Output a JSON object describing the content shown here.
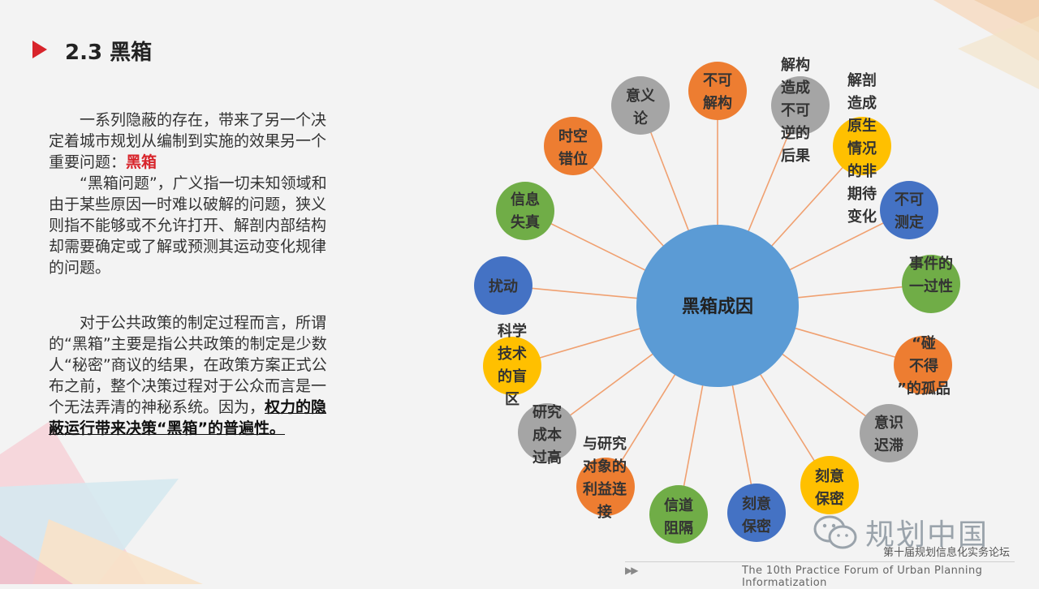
{
  "slide": {
    "title": "2.3 黑箱",
    "paragraph1_a": "一系列隐蔽的存在，带来了另一个决定着城市规划从编制到实施的效果另一个重要问题：",
    "paragraph1_highlight": "黑箱",
    "paragraph2": "“黑箱问题”，广义指一切未知领域和由于某些原因一时难以破解的问题，狭义则指不能够或不允许打开、解剖内部结构却需要确定或了解或预测其运动变化规律的问题。",
    "paragraph3_a": "对于公共政策的制定过程而言，所谓的“黑箱”主要是指公共政策的制定是少数人“秘密”商议的结果，在政策方案正式公布之前，整个决策过程对于公众而言是一个无法弄清的神秘系统。因为，",
    "paragraph3_emphasis": "权力的隐蔽运行带来决策“黑箱”的普遍性。"
  },
  "diagram": {
    "center": {
      "label": "黑箱成因",
      "color": "#5b9bd5"
    },
    "nodes": [
      {
        "label": "不可解构",
        "color": "#ed7d31"
      },
      {
        "label": "解构造成不可逆的后果",
        "color": "#a5a5a5"
      },
      {
        "label": "解剖造成原生情况的非期待变化",
        "color": "#ffc000"
      },
      {
        "label": "不可测定",
        "color": "#4472c4"
      },
      {
        "label": "事件的一过性",
        "color": "#70ad47"
      },
      {
        "label": "“碰不得”的孤品",
        "color": "#ed7d31"
      },
      {
        "label": "意识迟滞",
        "color": "#a5a5a5"
      },
      {
        "label": "刻意保密",
        "color": "#ffc000"
      },
      {
        "label": "刻意保密",
        "color": "#4472c4"
      },
      {
        "label": "信道阻隔",
        "color": "#70ad47"
      },
      {
        "label": "与研究对象的利益连接",
        "color": "#ed7d31"
      },
      {
        "label": "研究成本过高",
        "color": "#a5a5a5"
      },
      {
        "label": "科学技术的盲区",
        "color": "#ffc000"
      },
      {
        "label": "扰动",
        "color": "#4472c4"
      },
      {
        "label": "信息失真",
        "color": "#70ad47"
      },
      {
        "label": "时空错位",
        "color": "#ed7d31"
      },
      {
        "label": "意义论",
        "color": "#a5a5a5"
      }
    ]
  },
  "watermark": {
    "name": "规划中国",
    "sub": "第十届规划信息化实务论坛"
  },
  "footer": {
    "arrows": "▶▶",
    "text": "The 10th Practice Forum of  Urban Planning Informatization"
  }
}
